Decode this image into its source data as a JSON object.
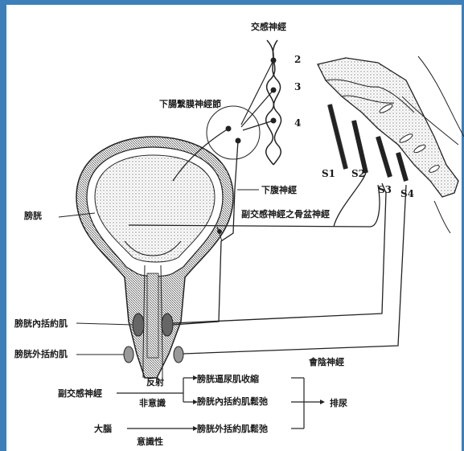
{
  "labels": {
    "sympathetic_nerve": "交感神經",
    "inferior_mesenteric_ganglion": "下腸繫膜神經節",
    "hypogastric_nerve": "下腹神經",
    "bladder": "膀胱",
    "pelvic_nerve": "副交感神經之骨盆神經",
    "internal_sphincter": "膀胱內括約肌",
    "external_sphincter": "膀胱外括約肌",
    "pudendal_nerve": "會陰神經"
  },
  "segments": {
    "L2": "2",
    "L3": "3",
    "L4": "4",
    "S1": "S1",
    "S2": "S2",
    "S3": "S3",
    "S4": "S4"
  },
  "flow": {
    "parasympathetic": "副交感神經",
    "reflex": "反射",
    "involuntary": "非意識",
    "detrusor_contract": "膀胱逼尿肌收縮",
    "internal_relax": "膀胱內括約肌鬆弛",
    "urination": "排尿",
    "cerebrum": "大腦",
    "voluntary": "意識性",
    "external_relax": "膀胱外括約肌鬆弛"
  },
  "colors": {
    "border": "#3d7fb8",
    "ink": "#222222"
  }
}
